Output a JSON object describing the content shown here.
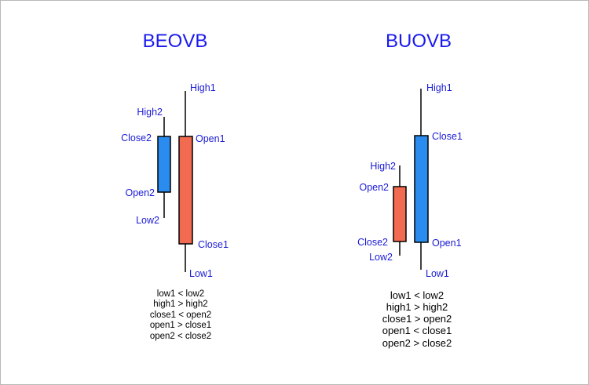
{
  "colors": {
    "title": "#1a1aee",
    "label": "#1a1ad6",
    "bearish_body": "#f26a4f",
    "bullish_body": "#2b8cf0",
    "wick": "#000000",
    "text": "#000000"
  },
  "beovb": {
    "title": "BEOVB",
    "labels": {
      "high1": "High1",
      "open1": "Open1",
      "close1": "Close1",
      "low1": "Low1",
      "high2": "High2",
      "close2": "Close2",
      "open2": "Open2",
      "low2": "Low2"
    },
    "conditions": [
      "low1 < low2",
      "high1 > high2",
      "close1 < open2",
      "open1 > close1",
      "open2 < close2"
    ]
  },
  "buovb": {
    "title": "BUOVB",
    "labels": {
      "high1": "High1",
      "close1": "Close1",
      "open1": "Open1",
      "low1": "Low1",
      "high2": "High2",
      "open2": "Open2",
      "close2": "Close2",
      "low2": "Low2"
    },
    "conditions": [
      "low1 < low2",
      "high1 > high2",
      "close1 > open2",
      "open1 < close1",
      "open2 > close2"
    ]
  }
}
